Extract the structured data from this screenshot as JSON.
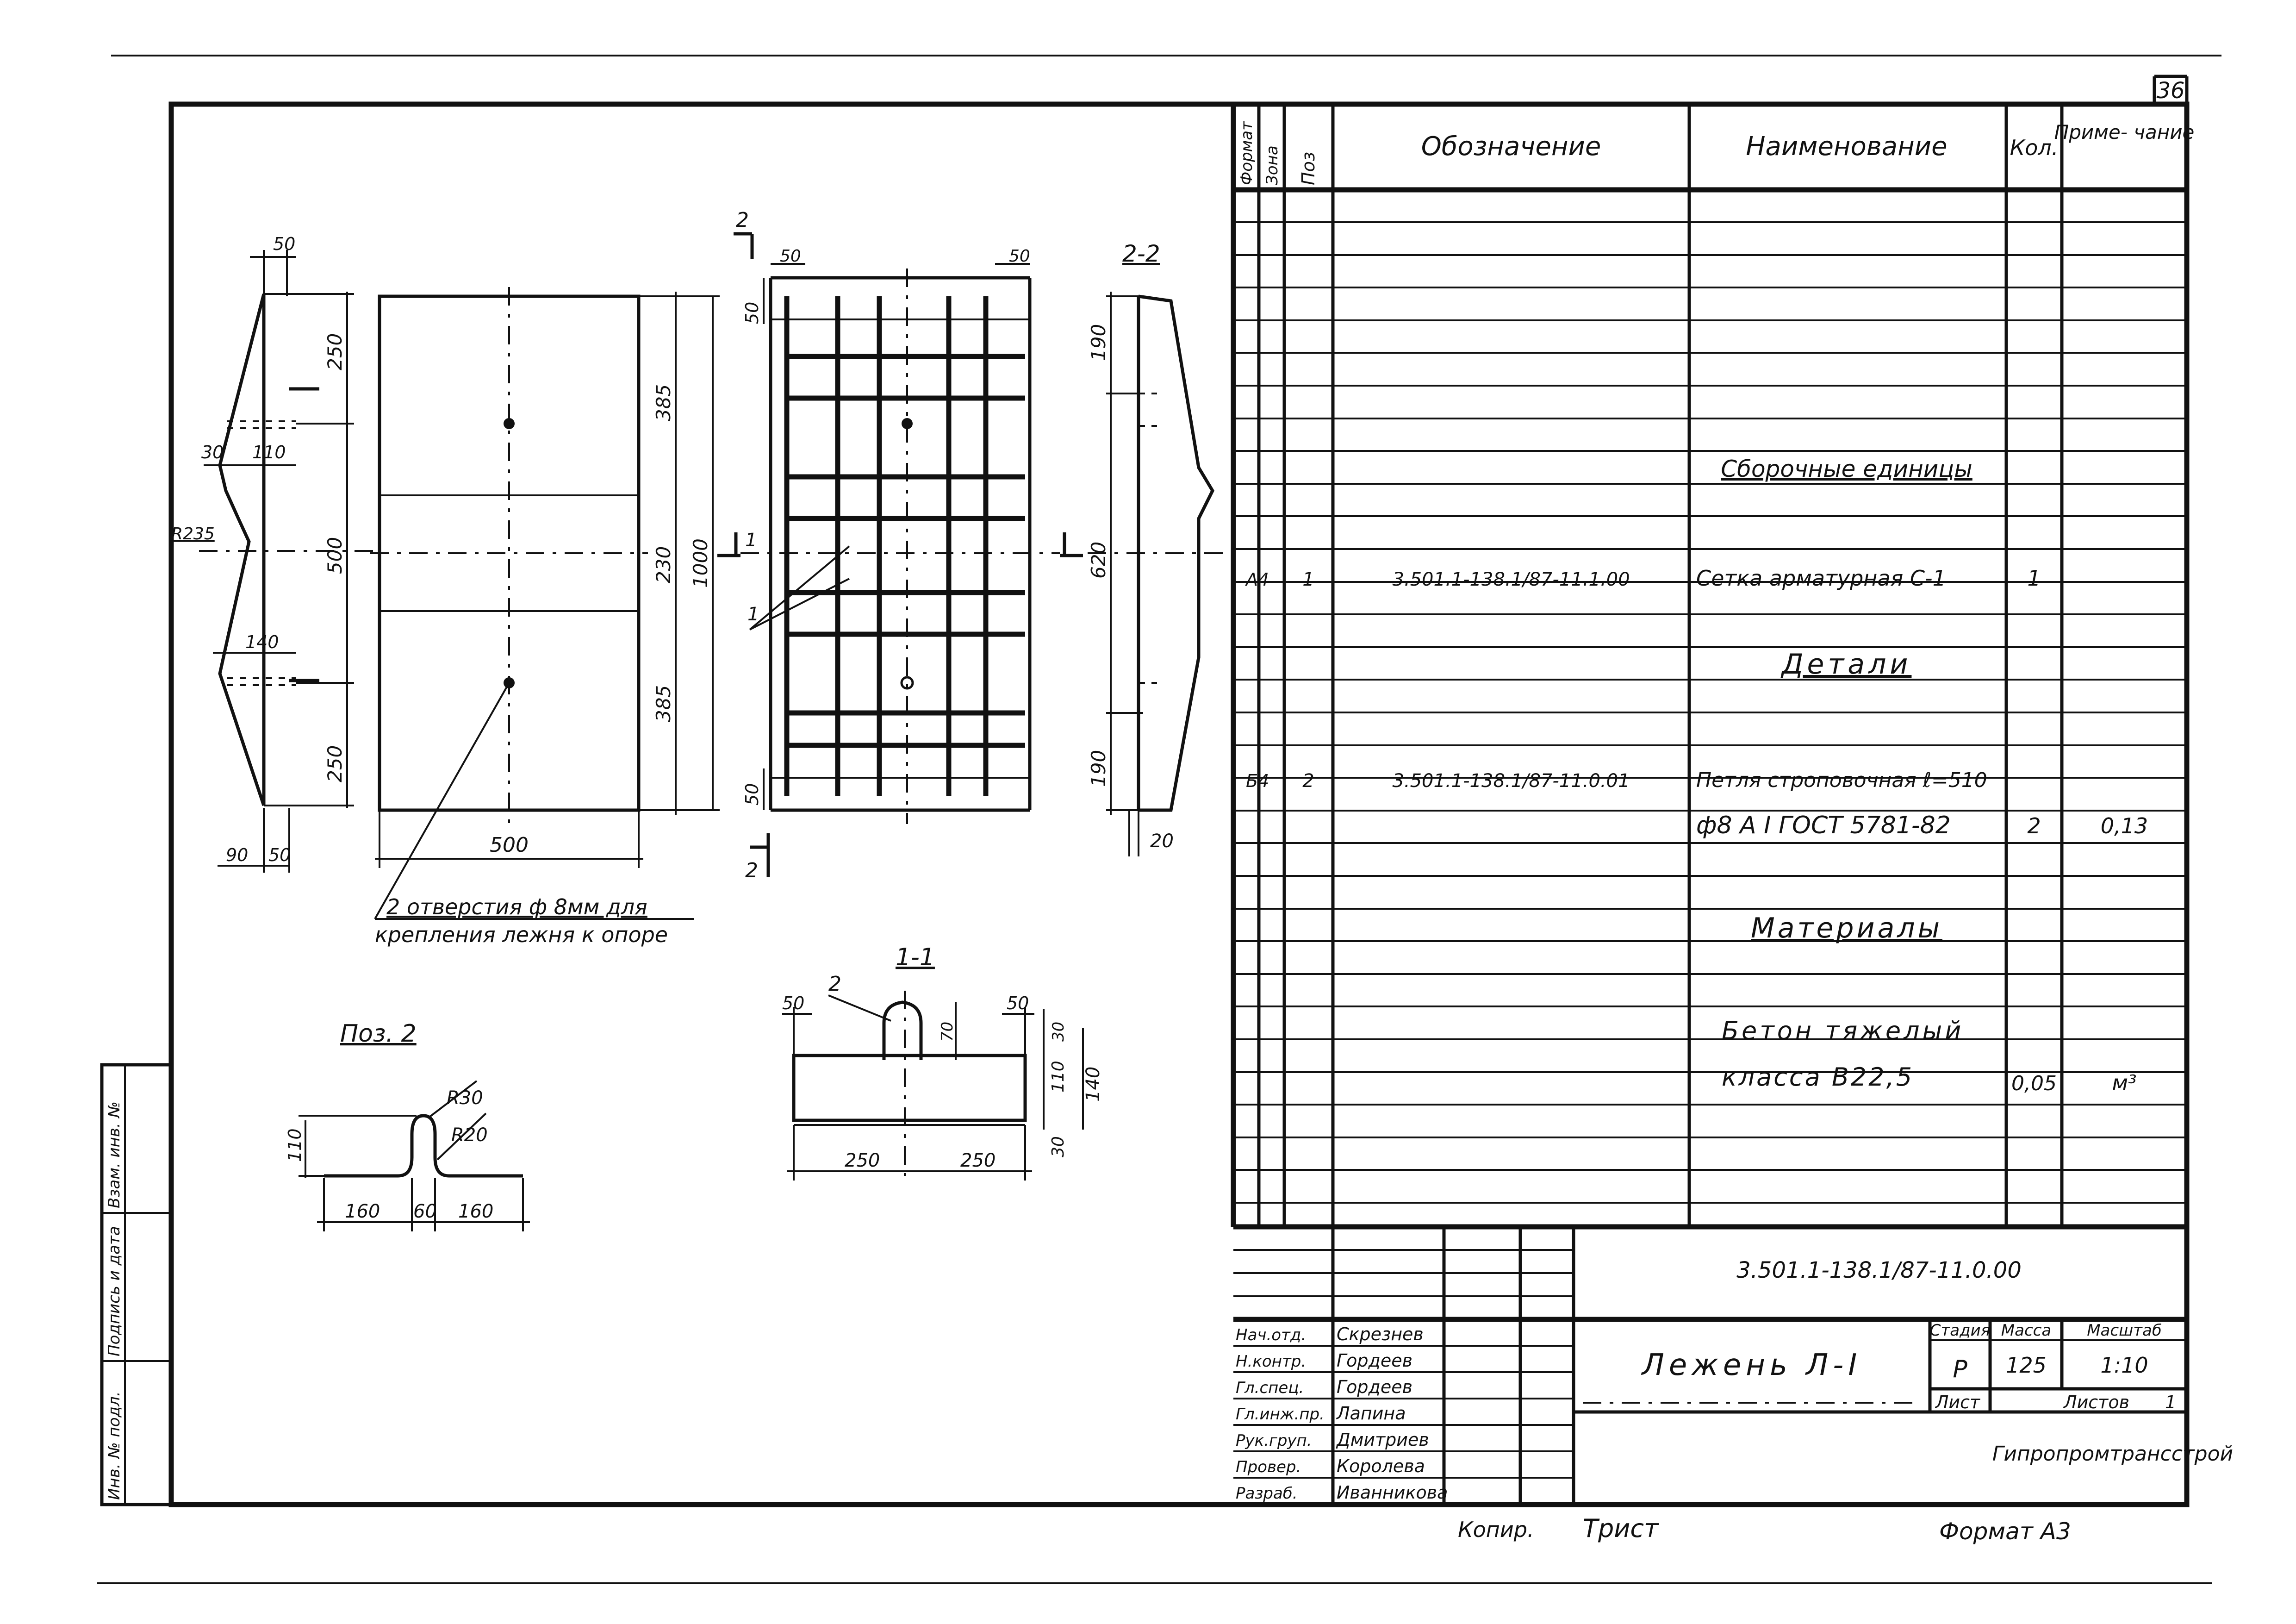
{
  "sheet": {
    "page_number": "36",
    "format_label": "Формат А3",
    "copy_label": "Копир.",
    "copy_signature": "Трист"
  },
  "side_stamp": [
    "Инв. № подл.",
    "Подпись и дата",
    "Взам. инв. №"
  ],
  "spec_table": {
    "headers": {
      "format": "Формат",
      "zone": "Зона",
      "pos": "Поз",
      "designation": "Обозначение",
      "name": "Наименование",
      "qty": "Кол.",
      "note": "Приме-\nчание"
    },
    "section_assembly": "Сборочные единицы",
    "section_details": "Детали",
    "section_materials": "Материалы",
    "rows": [
      {
        "format": "А4",
        "pos": "1",
        "designation": "3.501.1-138.1/87-11.1.00",
        "name": "Сетка арматурная С-1",
        "qty": "1",
        "note": ""
      },
      {
        "format": "Б4",
        "pos": "2",
        "designation": "3.501.1-138.1/87-11.0.01",
        "name": "Петля строповочная ℓ=510",
        "qty": "",
        "note": ""
      },
      {
        "format": "",
        "pos": "",
        "designation": "",
        "name": "ф8 А I ГОСТ 5781-82",
        "qty": "2",
        "note": "0,13"
      },
      {
        "format": "",
        "pos": "",
        "designation": "",
        "name": "Бетон тяжелый",
        "qty": "",
        "note": ""
      },
      {
        "format": "",
        "pos": "",
        "designation": "",
        "name": "класса В22,5",
        "qty": "0,05",
        "note": "м³"
      }
    ]
  },
  "title_block": {
    "doc_code": "3.501.1-138.1/87-11.0.00",
    "title": "Лежень Л-I",
    "stage_label": "Стадия",
    "mass_label": "Масса",
    "scale_label": "Масштаб",
    "stage": "Р",
    "mass": "125",
    "scale": "1:10",
    "sheet_label": "Лист",
    "sheets_label": "Листов",
    "sheets_count": "1",
    "organization": "Гипропромтрансстрой",
    "staff": [
      {
        "role": "Нач.отд.",
        "name": "Скрезнев"
      },
      {
        "role": "Н.контр.",
        "name": "Гордеев"
      },
      {
        "role": "Гл.спец.",
        "name": "Гордеев"
      },
      {
        "role": "Гл.инж.пр.",
        "name": "Лапина"
      },
      {
        "role": "Рук.груп.",
        "name": "Дмитриев"
      },
      {
        "role": "Провер.",
        "name": "Королева"
      },
      {
        "role": "Разраб.",
        "name": "Иванникова"
      }
    ]
  },
  "drawing": {
    "section_1_1": "1-1",
    "section_2_2": "2-2",
    "pos_2_title": "Поз. 2",
    "note_holes_line1": "2 отверстия ф 8мм для",
    "note_holes_line2": "крепления лежня к опоре",
    "side_dims": {
      "top": "50",
      "h1": "250",
      "h2": "500",
      "h3": "250",
      "w30": "30",
      "w110": "110",
      "r": "R235",
      "w140": "140",
      "b90": "90",
      "b50": "50"
    },
    "plan_dims": {
      "width": "500",
      "h1": "385",
      "h2": "230",
      "h3": "385",
      "total": "1000"
    },
    "mesh_dims": {
      "t50": "50",
      "t50b": "50",
      "b50": "50",
      "cut1": "1",
      "cut2": "2",
      "cut2b": "2",
      "lbl1": "1"
    },
    "section22_dims": {
      "h1": "190",
      "h2": "620",
      "h3": "190",
      "b": "20"
    },
    "section11_dims": {
      "l50": "50",
      "r50": "50",
      "h70": "70",
      "h30": "30",
      "h110": "110",
      "h140": "140",
      "h30b": "30",
      "w1": "250",
      "w2": "250",
      "pos": "2"
    },
    "pos2_dims": {
      "h": "110",
      "r30": "R30",
      "r20": "R20",
      "w1": "160",
      "w2": "60",
      "w3": "160"
    }
  }
}
